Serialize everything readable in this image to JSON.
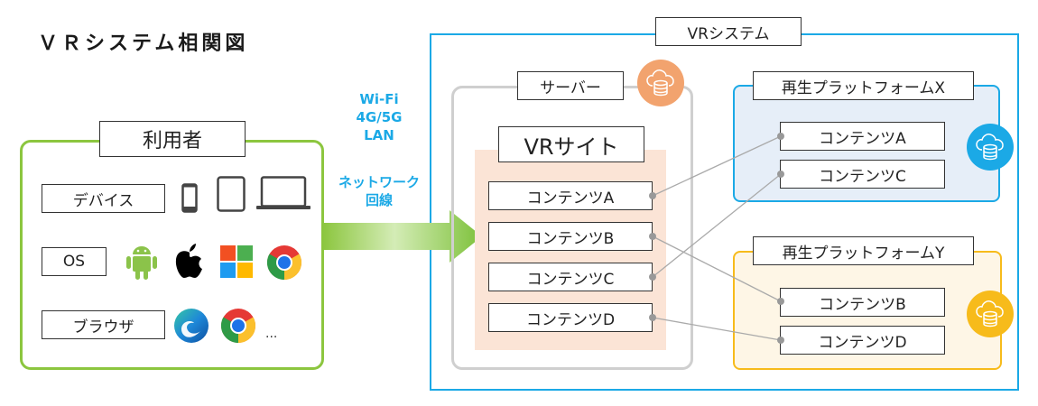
{
  "title": "ＶＲシステム相関図",
  "users": {
    "label": "利用者",
    "rows": [
      {
        "label": "デバイス",
        "icons": [
          "smartphone-icon",
          "tablet-icon",
          "laptop-icon"
        ]
      },
      {
        "label": "OS",
        "icons": [
          "android-icon",
          "apple-icon",
          "windows-icon",
          "chrome-os-icon"
        ]
      },
      {
        "label": "ブラウザ",
        "icons": [
          "edge-icon",
          "chrome-icon"
        ],
        "more": "..."
      }
    ]
  },
  "network": {
    "types": [
      "Wi-Fi",
      "4G/5G",
      "LAN"
    ],
    "label_line1": "ネットワーク",
    "label_line2": "回線"
  },
  "vr_system": {
    "label": "VRシステム",
    "server": {
      "label": "サーバー",
      "icon": "cloud-database-icon",
      "icon_color": "#f2a36e",
      "site": {
        "label": "VRサイト",
        "contents": [
          "コンテンツA",
          "コンテンツB",
          "コンテンツC",
          "コンテンツD"
        ]
      }
    },
    "platforms": [
      {
        "label": "再生プラットフォームX",
        "contents": [
          "コンテンツA",
          "コンテンツC"
        ],
        "icon": "cloud-database-icon",
        "color": "#1ba9e6"
      },
      {
        "label": "再生プラットフォームY",
        "contents": [
          "コンテンツB",
          "コンテンツD"
        ],
        "icon": "cloud-database-icon",
        "color": "#f7bb1b"
      }
    ],
    "connections": [
      {
        "from": "コンテンツA",
        "to": "再生プラットフォームX / コンテンツA"
      },
      {
        "from": "コンテンツB",
        "to": "再生プラットフォームY / コンテンツB"
      },
      {
        "from": "コンテンツC",
        "to": "再生プラットフォームX / コンテンツC"
      },
      {
        "from": "コンテンツD",
        "to": "再生プラットフォームY / コンテンツD"
      }
    ]
  },
  "colors": {
    "users_border": "#8cc63f",
    "system_border": "#1ba9e6",
    "server_border": "#cfcfcf",
    "site_bg": "#fbe4d6",
    "network_text": "#1ba9e6"
  }
}
